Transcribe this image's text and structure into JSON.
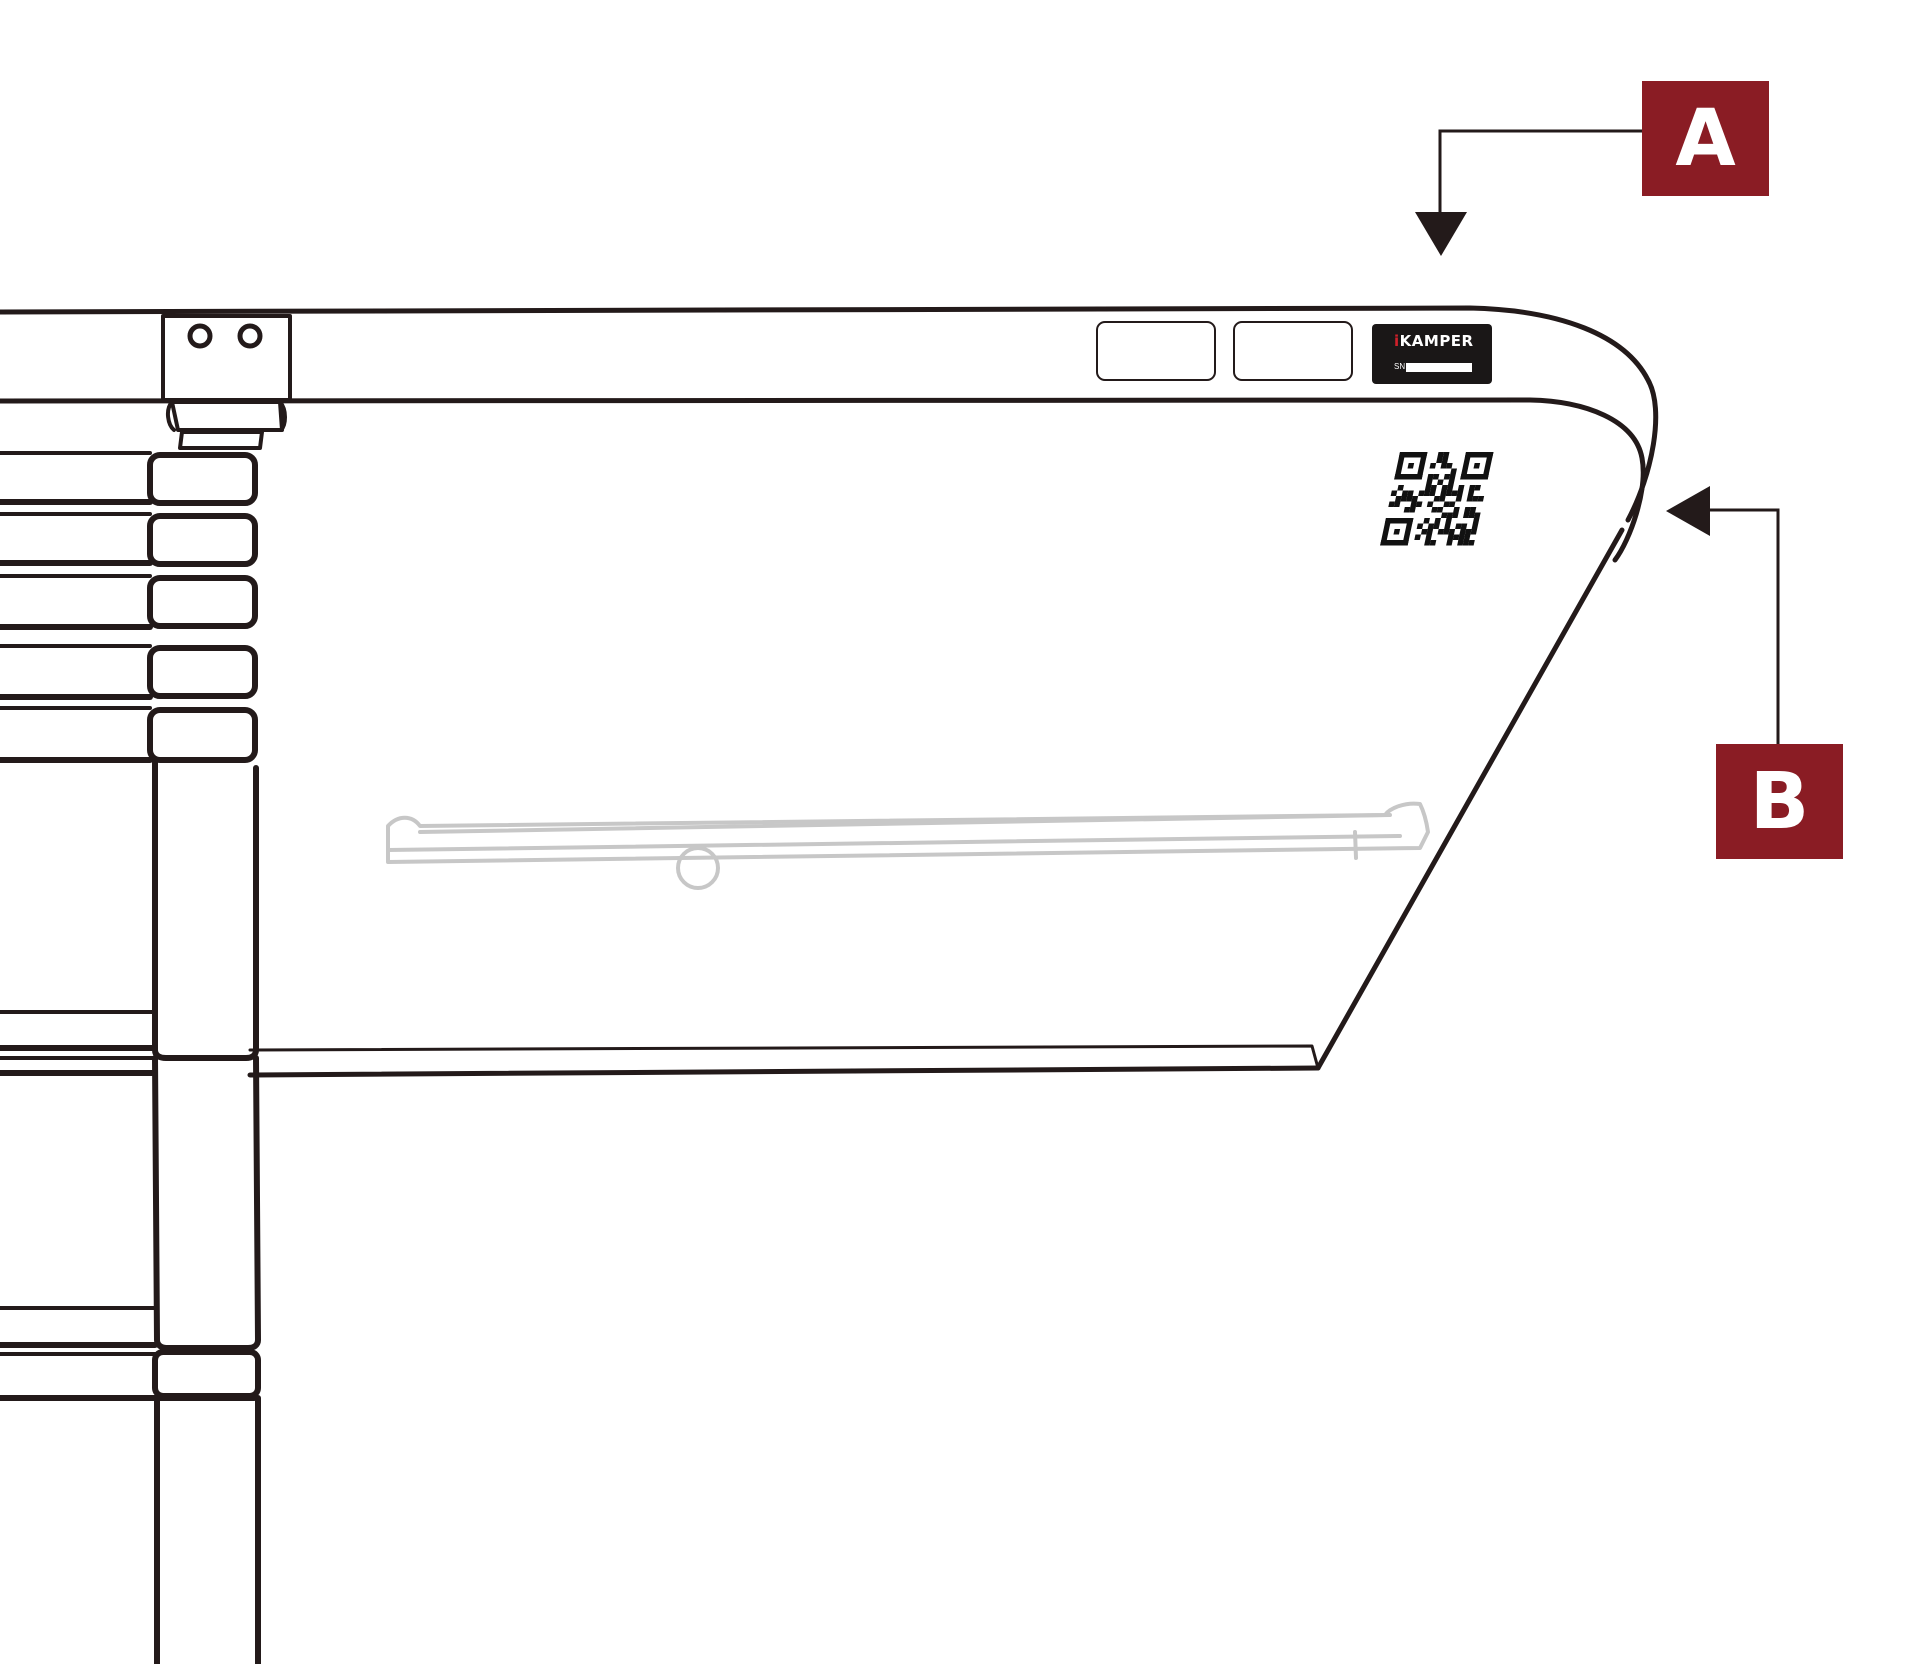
{
  "colors": {
    "line": "#231a1a",
    "faint_line": "#c7c7c7",
    "callout_fill": "#8a1c24",
    "label_fill": "#1a1717",
    "brand_accent": "#d0202a"
  },
  "callouts": {
    "a": {
      "letter": "A"
    },
    "b": {
      "letter": "B"
    }
  },
  "label": {
    "brand_prefix": "i",
    "brand_rest": "KAMPER",
    "serial_prefix": "SN"
  },
  "icons": [
    "qr-code-icon",
    "arrow-down-icon",
    "arrow-left-icon"
  ]
}
